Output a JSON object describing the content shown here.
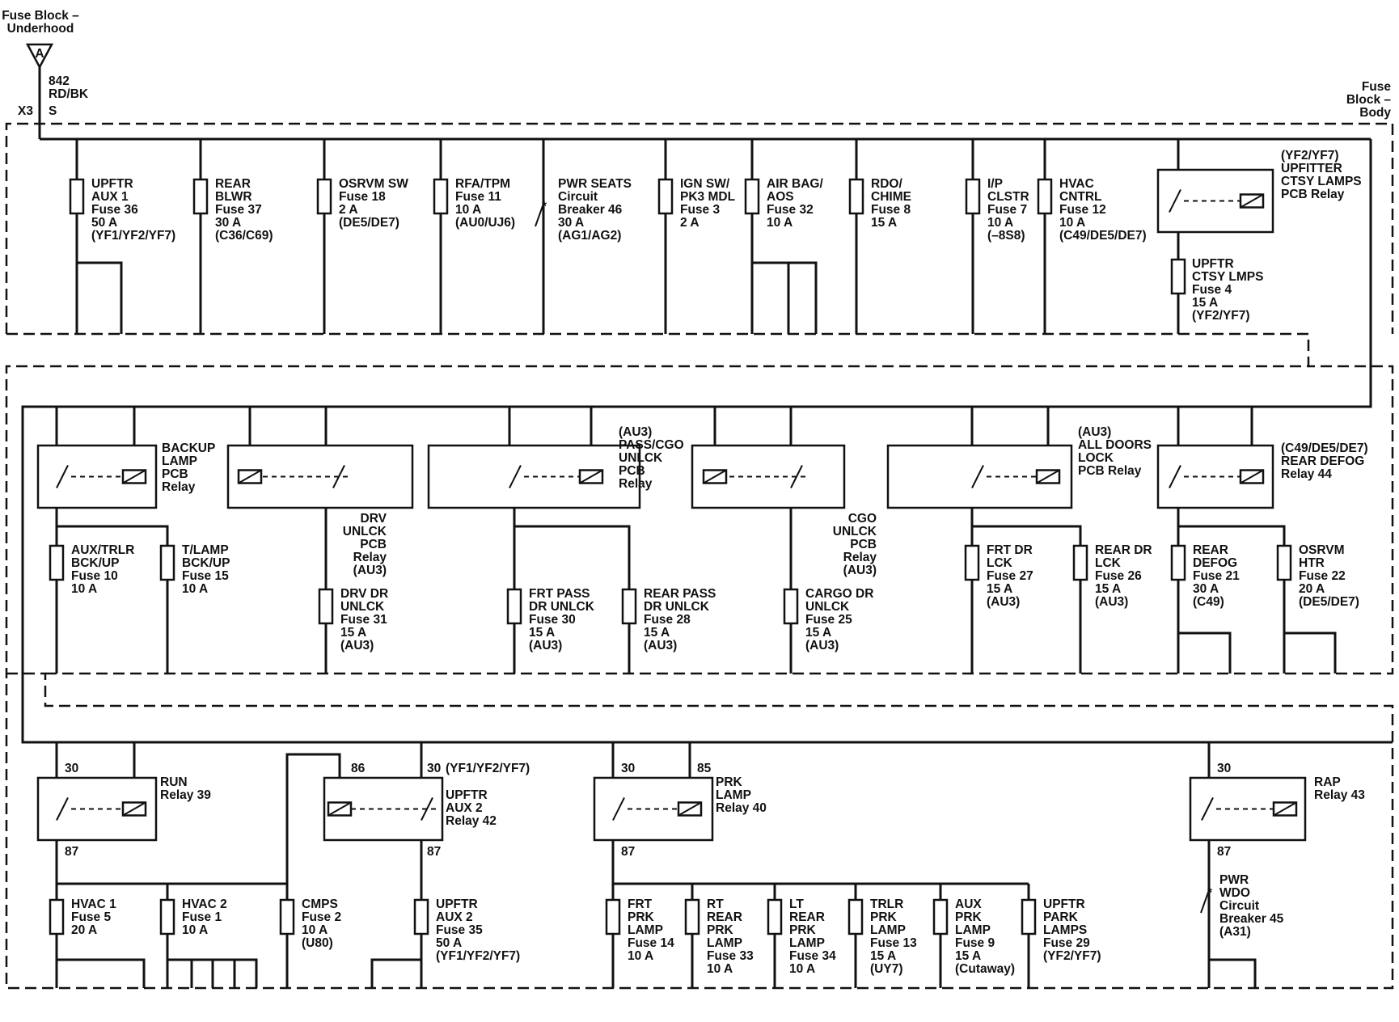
{
  "source": {
    "label": [
      "Fuse Block –",
      "Underhood"
    ],
    "connector": "A",
    "circuit": [
      "842",
      "RD/BK"
    ],
    "x3": "X3",
    "s": "S"
  },
  "body_label": [
    "Fuse",
    "Block –",
    "Body"
  ],
  "row1": [
    {
      "label": [
        "UPFTR",
        "AUX 1",
        "Fuse 36",
        "50 A",
        "(YF1/YF2/YF7)"
      ]
    },
    {
      "label": [
        "REAR",
        "BLWR",
        "Fuse 37",
        "30 A",
        "(C36/C69)"
      ]
    },
    {
      "label": [
        "OSRVM SW",
        "Fuse 18",
        "2 A",
        "(DE5/DE7)"
      ]
    },
    {
      "label": [
        "RFA/TPM",
        "Fuse 11",
        "10 A",
        "(AU0/UJ6)"
      ]
    },
    {
      "label": [
        "PWR SEATS",
        "Circuit",
        "Breaker 46",
        "30 A",
        "(AG1/AG2)"
      ]
    },
    {
      "label": [
        "IGN SW/",
        "PK3 MDL",
        "Fuse 3",
        "2 A"
      ]
    },
    {
      "label": [
        "AIR BAG/",
        "AOS",
        "Fuse 32",
        "10 A"
      ]
    },
    {
      "label": [
        "RDO/",
        "CHIME",
        "Fuse 8",
        "15 A"
      ]
    },
    {
      "label": [
        "I/P",
        "CLSTR",
        "Fuse 7",
        "10 A",
        "(–8S8)"
      ]
    },
    {
      "label": [
        "HVAC",
        "CNTRL",
        "Fuse 12",
        "10 A",
        "(C49/DE5/DE7)"
      ]
    }
  ],
  "upfitter_relay": {
    "label": [
      "(YF2/YF7)",
      "UPFITTER",
      "CTSY LAMPS",
      "PCB Relay"
    ]
  },
  "upfitter_fuse": {
    "label": [
      "UPFTR",
      "CTSY LMPS",
      "Fuse 4",
      "15 A",
      "(YF2/YF7)"
    ]
  },
  "row2_relays": [
    {
      "label": [
        "BACKUP",
        "LAMP",
        "PCB",
        "Relay"
      ]
    },
    {
      "label": [
        "DRV",
        "UNLCK",
        "PCB",
        "Relay",
        "(AU3)"
      ]
    },
    {
      "label": [
        "(AU3)",
        "PASS/CGO",
        "UNLCK",
        "PCB",
        "Relay"
      ]
    },
    {
      "label": [
        "CGO",
        "UNLCK",
        "PCB",
        "Relay",
        "(AU3)"
      ]
    },
    {
      "label": [
        "(AU3)",
        "ALL DOORS",
        "LOCK",
        "PCB Relay"
      ]
    },
    {
      "label": [
        "(C49/DE5/DE7)",
        "REAR DEFOG",
        "Relay 44"
      ]
    }
  ],
  "row2_fuses": [
    {
      "label": [
        "AUX/TRLR",
        "BCK/UP",
        "Fuse 10",
        "10 A"
      ]
    },
    {
      "label": [
        "T/LAMP",
        "BCK/UP",
        "Fuse 15",
        "10 A"
      ]
    },
    {
      "label": [
        "DRV DR",
        "UNLCK",
        "Fuse 31",
        "15 A",
        "(AU3)"
      ]
    },
    {
      "label": [
        "FRT PASS",
        "DR UNLCK",
        "Fuse 30",
        "15 A",
        "(AU3)"
      ]
    },
    {
      "label": [
        "REAR PASS",
        "DR UNLCK",
        "Fuse 28",
        "15 A",
        "(AU3)"
      ]
    },
    {
      "label": [
        "CARGO DR",
        "UNLCK",
        "Fuse 25",
        "15 A",
        "(AU3)"
      ]
    },
    {
      "label": [
        "FRT DR",
        "LCK",
        "Fuse 27",
        "15 A",
        "(AU3)"
      ]
    },
    {
      "label": [
        "REAR DR",
        "LCK",
        "Fuse 26",
        "15 A",
        "(AU3)"
      ]
    },
    {
      "label": [
        "REAR",
        "DEFOG",
        "Fuse 21",
        "30 A",
        "(C49)"
      ]
    },
    {
      "label": [
        "OSRVM",
        "HTR",
        "Fuse 22",
        "20 A",
        "(DE5/DE7)"
      ]
    }
  ],
  "row3_relays": [
    {
      "label": [
        "RUN",
        "Relay 39"
      ],
      "pins": [
        "30",
        "87"
      ]
    },
    {
      "label": [
        "(YF1/YF2/YF7)",
        "UPFTR",
        "AUX 2",
        "Relay 42"
      ],
      "pins": [
        "86",
        "30",
        "87"
      ]
    },
    {
      "label": [
        "PRK",
        "LAMP",
        "Relay 40"
      ],
      "pins": [
        "30",
        "85",
        "87"
      ]
    },
    {
      "label": [
        "RAP",
        "Relay 43"
      ],
      "pins": [
        "30",
        "87"
      ]
    }
  ],
  "row3_fuses": [
    {
      "label": [
        "HVAC 1",
        "Fuse 5",
        "20 A"
      ]
    },
    {
      "label": [
        "HVAC 2",
        "Fuse 1",
        "10 A"
      ]
    },
    {
      "label": [
        "CMPS",
        "Fuse 2",
        "10 A",
        "(U80)"
      ]
    },
    {
      "label": [
        "UPFTR",
        "AUX 2",
        "Fuse 35",
        "50 A",
        "(YF1/YF2/YF7)"
      ]
    },
    {
      "label": [
        "FRT",
        "PRK",
        "LAMP",
        "Fuse 14",
        "10 A"
      ]
    },
    {
      "label": [
        "RT",
        "REAR",
        "PRK",
        "LAMP",
        "Fuse 33",
        "10 A"
      ]
    },
    {
      "label": [
        "LT",
        "REAR",
        "PRK",
        "LAMP",
        "Fuse 34",
        "10 A"
      ]
    },
    {
      "label": [
        "TRLR",
        "PRK",
        "LAMP",
        "Fuse 13",
        "15 A",
        "(UY7)"
      ]
    },
    {
      "label": [
        "AUX",
        "PRK",
        "LAMP",
        "Fuse 9",
        "15 A",
        "(Cutaway)"
      ]
    },
    {
      "label": [
        "UPFTR",
        "PARK",
        "LAMPS",
        "Fuse 29",
        "(YF2/YF7)"
      ]
    },
    {
      "label": [
        "PWR",
        "WDO",
        "Circuit",
        "Breaker 45",
        "(A31)"
      ]
    }
  ]
}
